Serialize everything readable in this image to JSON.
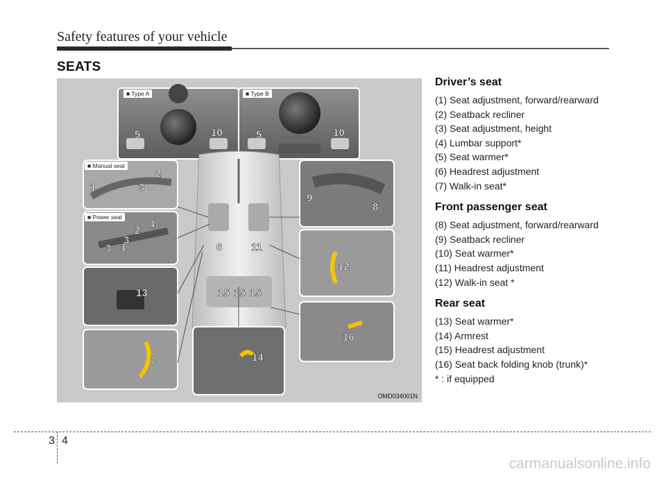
{
  "header": {
    "title": "Safety features of your vehicle"
  },
  "section": {
    "title": "SEATS"
  },
  "figure": {
    "code": "OMD034001N",
    "tags": {
      "type_a": "■ Type A",
      "type_b": "■ Type B",
      "manual_seat": "■ Manual seat",
      "power_seat": "■ Power seat"
    },
    "callouts": [
      "1",
      "2",
      "3",
      "4",
      "5",
      "6",
      "7",
      "8",
      "9",
      "10",
      "11",
      "12",
      "13",
      "14",
      "15",
      "16"
    ]
  },
  "groups": [
    {
      "title": "Driver’s seat",
      "items": [
        "(1) Seat adjustment, forward/rearward",
        "(2) Seatback recliner",
        "(3) Seat adjustment, height",
        "(4) Lumbar support*",
        "(5) Seat warmer*",
        "(6) Headrest adjustment",
        "(7) Walk-in seat*"
      ]
    },
    {
      "title": "Front passenger seat",
      "items": [
        "(8) Seat adjustment, forward/rearward",
        "(9) Seatback recliner",
        "(10) Seat warmer*",
        "(11) Headrest adjustment",
        "(12) Walk-in seat *"
      ]
    },
    {
      "title": "Rear seat",
      "items": [
        "(13) Seat warmer*",
        "(14) Armrest",
        "(15) Headrest adjustment",
        "(16) Seat back folding knob (trunk)*",
        "* : if equipped"
      ]
    }
  ],
  "footer": {
    "section_num": "3",
    "page_num": "4"
  },
  "watermark": "carmanualsonline.info"
}
